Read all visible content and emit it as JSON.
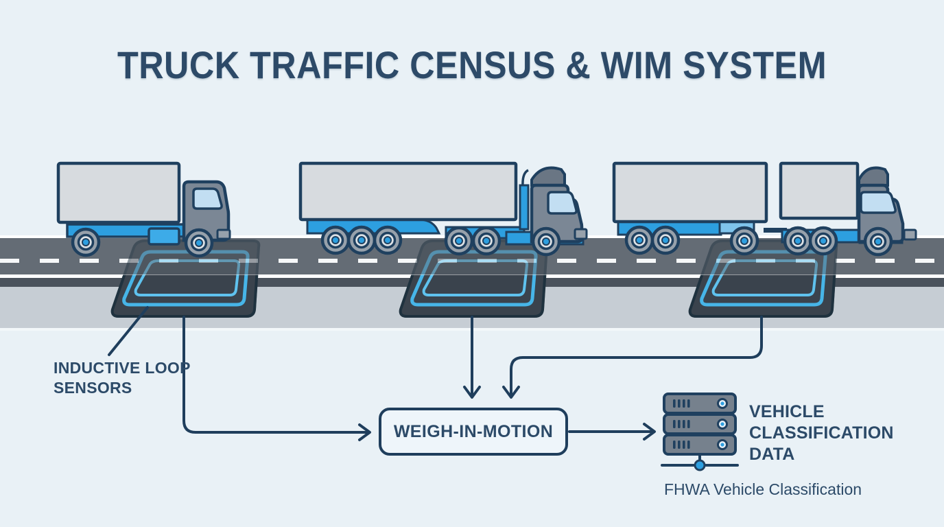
{
  "title": "TRUCK TRAFFIC CENSUS & WIM SYSTEM",
  "sensor_label": {
    "line1": "INDUCTIVE LOOP",
    "line2": "SENSORS"
  },
  "wim": {
    "label": "WEIGH-IN-MOTION"
  },
  "output": {
    "line1": "VEHICLE",
    "line2": "CLASSIFICATION",
    "line3": "DATA",
    "caption": "FHWA Vehicle Classification"
  },
  "icons": {
    "sensors": [
      "inductive-loop-sensor",
      "inductive-loop-sensor",
      "inductive-loop-sensor"
    ],
    "vehicles": [
      "box-truck",
      "semi-trailer-truck",
      "truck-with-trailer"
    ],
    "server": "server-stack-icon"
  },
  "colors": {
    "background": "#e9f1f6",
    "text_navy": "#2c4a68",
    "connector_navy": "#1f3e5c",
    "road_asphalt": "#646c75",
    "road_edge_dark": "#4a525c",
    "shoulder_gray": "#c6cdd4",
    "lane_marking_white": "#ffffff",
    "sensor_patch": "#3a434d",
    "loop_cyan": "#47b5e8",
    "accent_blue": "#2d9fe0",
    "truck_body_gray": "#d7dbdf",
    "cab_gray": "#7b8795",
    "window_blue": "#c2def2",
    "server_gray": "#76818d"
  }
}
